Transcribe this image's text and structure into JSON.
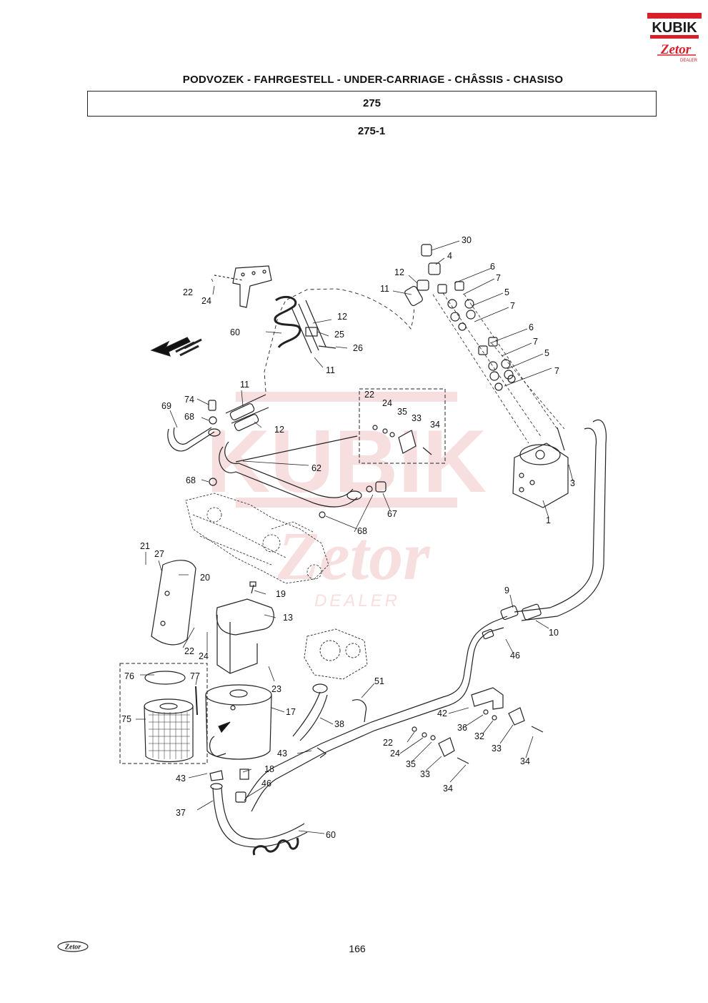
{
  "brand": {
    "dealer_logo_text": "KUBIK",
    "maker_logo_text": "Zetor",
    "dealer_word": "DEALER",
    "watermark_text": "KUBIK",
    "watermark_maker": "Zetor",
    "watermark_dealer": "DEALER",
    "colors": {
      "dealer_red": "#d8202a",
      "watermark": "#f2c6c8",
      "dark": "#1a1a1a"
    }
  },
  "header": {
    "title": "PODVOZEK - FAHRGESTELL - UNDER-CARRIAGE - CHÂSSIS - CHASISO",
    "group_number": "275",
    "subgroup_number": "275-1"
  },
  "diagram": {
    "direction_icon": "direction-arrow-icon",
    "callouts": [
      "30",
      "4",
      "12",
      "11",
      "6",
      "7",
      "5",
      "7",
      "6",
      "7",
      "5",
      "7",
      "22",
      "24",
      "12",
      "60",
      "25",
      "26",
      "11",
      "11",
      "74",
      "69",
      "68",
      "12",
      "22",
      "24",
      "35",
      "33",
      "34",
      "3",
      "1",
      "62",
      "68",
      "67",
      "68",
      "21",
      "27",
      "20",
      "19",
      "13",
      "9",
      "10",
      "22",
      "24",
      "46",
      "76",
      "77",
      "75",
      "23",
      "17",
      "51",
      "42",
      "36",
      "32",
      "33",
      "34",
      "38",
      "22",
      "24",
      "35",
      "33",
      "34",
      "43",
      "18",
      "43",
      "46",
      "37",
      "60"
    ]
  },
  "footer": {
    "brand_text": "Zetor",
    "page_number": "166"
  }
}
